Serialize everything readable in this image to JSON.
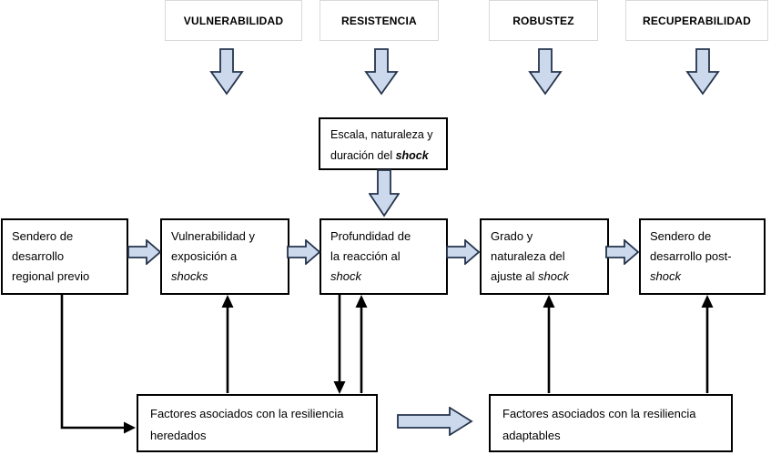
{
  "concepts": [
    {
      "label": "VULNERABILIDAD"
    },
    {
      "label": "RESISTENCIA"
    },
    {
      "label": "ROBUSTEZ"
    },
    {
      "label": "RECUPERABILIDAD"
    }
  ],
  "shock_box": {
    "line1": "Escala, naturaleza y",
    "line2_pre": "duración del ",
    "line2_emph": "shock"
  },
  "main_row": {
    "previous_path": {
      "line1": "Sendero de",
      "line2": "desarrollo",
      "line3": "regional previo"
    },
    "vulnerability": {
      "line1": "Vulnerabilidad y",
      "line2": "exposición a",
      "line3_emph": "shocks"
    },
    "reaction_depth": {
      "line1": "Profundidad de",
      "line2": "la reacción al",
      "line3_emph": "shock"
    },
    "adjustment": {
      "line1": "Grado y",
      "line2": "naturaleza del",
      "line3_pre": "ajuste al ",
      "line3_emph": "shock"
    },
    "post_shock_path": {
      "line1": "Sendero de",
      "line2": "desarrollo post-",
      "line3_emph": "shock"
    }
  },
  "bottom_row": {
    "inherited": {
      "line1": "Factores asociados con la resiliencia",
      "line2": "heredados"
    },
    "adaptive": {
      "line1": "Factores asociados con la resiliencia",
      "line2": "adaptables"
    }
  },
  "colors": {
    "block_arrow_fill": "#ccd9ed",
    "block_arrow_stroke": "#24344c",
    "box_border": "#000000",
    "concept_box_border": "#d9d9d9",
    "connector": "#000000"
  }
}
